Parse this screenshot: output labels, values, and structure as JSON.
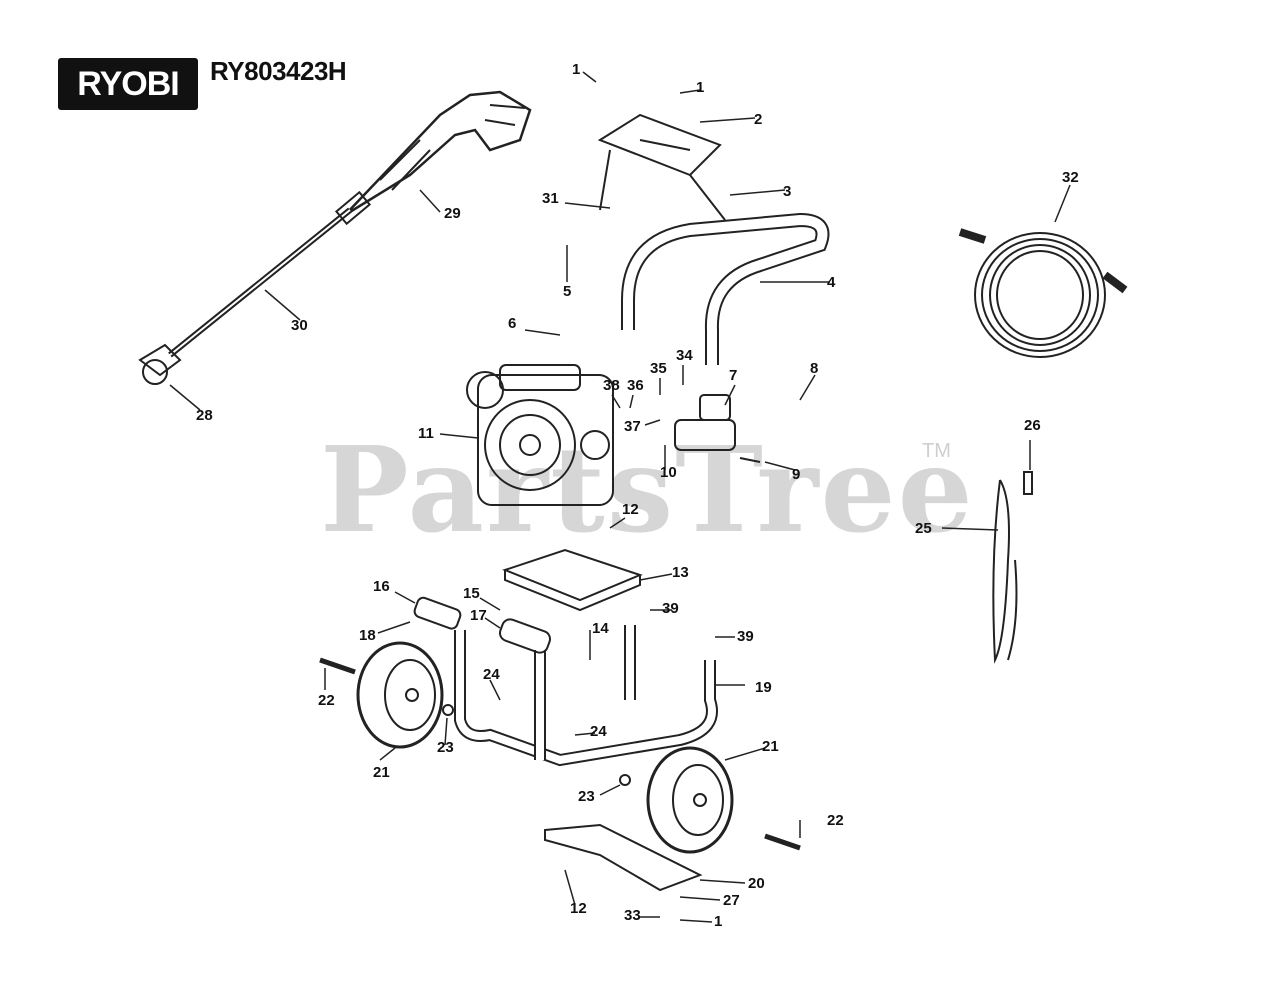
{
  "header": {
    "brand_logo": "RYOBI",
    "model": "RY803423H"
  },
  "watermark": {
    "text": "PartsTree",
    "trademark": "TM"
  },
  "callouts": [
    {
      "n": "1"
    },
    {
      "n": "1"
    },
    {
      "n": "2"
    },
    {
      "n": "3"
    },
    {
      "n": "31"
    },
    {
      "n": "5"
    },
    {
      "n": "4"
    },
    {
      "n": "29"
    },
    {
      "n": "30"
    },
    {
      "n": "28"
    },
    {
      "n": "32"
    },
    {
      "n": "6"
    },
    {
      "n": "34"
    },
    {
      "n": "35"
    },
    {
      "n": "38"
    },
    {
      "n": "36"
    },
    {
      "n": "7"
    },
    {
      "n": "8"
    },
    {
      "n": "37"
    },
    {
      "n": "11"
    },
    {
      "n": "10"
    },
    {
      "n": "9"
    },
    {
      "n": "26"
    },
    {
      "n": "25"
    },
    {
      "n": "12"
    },
    {
      "n": "13"
    },
    {
      "n": "16"
    },
    {
      "n": "15"
    },
    {
      "n": "39"
    },
    {
      "n": "18"
    },
    {
      "n": "17"
    },
    {
      "n": "14"
    },
    {
      "n": "39"
    },
    {
      "n": "22"
    },
    {
      "n": "24"
    },
    {
      "n": "19"
    },
    {
      "n": "24"
    },
    {
      "n": "23"
    },
    {
      "n": "21"
    },
    {
      "n": "21"
    },
    {
      "n": "23"
    },
    {
      "n": "22"
    },
    {
      "n": "20"
    },
    {
      "n": "12"
    },
    {
      "n": "27"
    },
    {
      "n": "33"
    },
    {
      "n": "1"
    }
  ]
}
